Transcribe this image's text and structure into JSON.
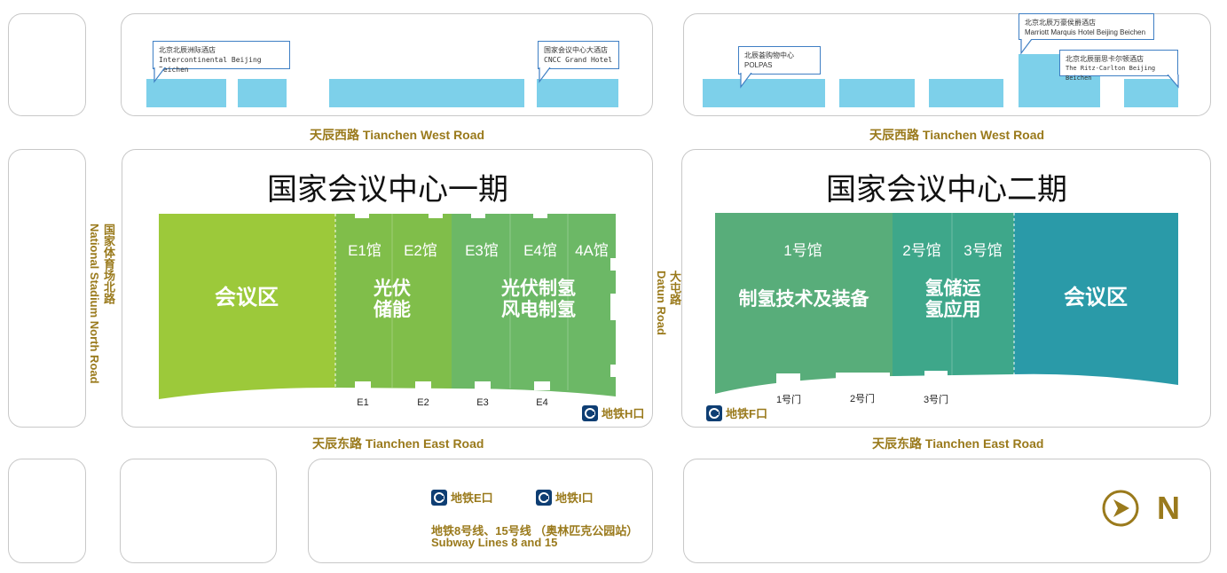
{
  "hotels": {
    "intercontinental": {
      "cn": "北京北辰洲际酒店",
      "en": "Intercontinental Beijing Beichen"
    },
    "cncc_grand": {
      "cn": "国家会议中心大酒店",
      "en": "CNCC Grand Hotel"
    },
    "polpas": {
      "cn": "北辰荟购物中心",
      "en": "POLPAS"
    },
    "marriott": {
      "cn": "北京北辰万豪侯爵酒店",
      "en": "Marriott Marquis Hotel Beijing Beichen"
    },
    "ritz": {
      "cn": "北京北辰丽思卡尔顿酒店",
      "en": "The Ritz-Carlton Beijing Beichen"
    }
  },
  "roads": {
    "west_road_left": "天辰西路  Tianchen West Road",
    "west_road_right": "天辰西路  Tianchen West Road",
    "east_road_left": "天辰东路  Tianchen East Road",
    "east_road_right": "天辰东路  Tianchen East Road",
    "stadium_north_cn": "国家体育场北路",
    "stadium_north_en": "National Stadium North Road",
    "datun_cn": "大屯路",
    "datun_en": "Datun Road"
  },
  "phase1": {
    "title": "国家会议中心一期",
    "meeting_zone": "会议区",
    "halls": [
      "E1馆",
      "E2馆",
      "E3馆",
      "E4馆",
      "4A馆"
    ],
    "zone_pv_storage": [
      "光伏",
      "储能"
    ],
    "zone_pv_wind_hydrogen": [
      "光伏制氢",
      "风电制氢"
    ],
    "gates": [
      "E1",
      "E2",
      "E3",
      "E4"
    ],
    "metro_h": "地铁H口"
  },
  "phase2": {
    "title": "国家会议中心二期",
    "halls": [
      "1号馆",
      "2号馆",
      "3号馆"
    ],
    "zone_hydrogen_equipment": "制氢技术及装备",
    "zone_storage_transport": [
      "氢储运",
      "氢应用"
    ],
    "meeting_zone": "会议区",
    "gates": [
      "1号门",
      "2号门",
      "3号门"
    ],
    "metro_f": "地铁F口"
  },
  "subway": {
    "exit_e": "地铁E口",
    "exit_i": "地铁I口",
    "lines_cn": "地铁8号线、15号线 （奥林匹克公园站）",
    "lines_en": "Subway Lines 8 and 15"
  },
  "compass": {
    "label": "N"
  },
  "colors": {
    "road_text": "#9a7a1c",
    "hotel_fill": "#7dd0ea",
    "callout_border": "#3f7fc4",
    "metro_icon": "#0e3e73",
    "phase1_meeting": "#9cc93a",
    "phase1_mid": "#80be4a",
    "phase1_right": "#6cb866",
    "phase2_left": "#58ad7a",
    "phase2_mid": "#3ea78a",
    "phase2_right": "#2a9aa8"
  },
  "icons": [
    "metro-icon",
    "compass-icon"
  ]
}
